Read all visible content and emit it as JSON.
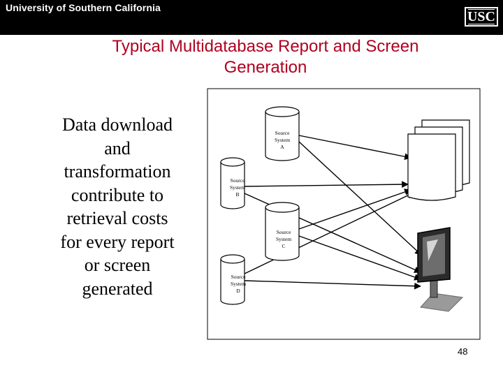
{
  "header": {
    "university": "University of Southern California",
    "logo_text": "USC"
  },
  "slide": {
    "title_line1": "Typical Multidatabase Report and Screen",
    "title_line2": "Generation",
    "body_lines": [
      "Data download",
      "and",
      "transformation",
      "contribute to",
      "retrieval costs",
      "for every report",
      "or screen",
      "generated"
    ],
    "page_number": "48"
  },
  "diagram": {
    "sources": [
      {
        "line1": "Source",
        "line2": "System",
        "line3": "A"
      },
      {
        "line1": "Source",
        "line2": "System",
        "line3": "B"
      },
      {
        "line1": "Source",
        "line2": "System",
        "line3": "C"
      },
      {
        "line1": "Source",
        "line2": "System",
        "line3": "D"
      }
    ],
    "colors": {
      "stroke": "#000000",
      "screen": "#6d6d6d",
      "stand": "#9a9a9a"
    },
    "icons": [
      "database-cylinder-icon",
      "report-documents-icon",
      "monitor-icon"
    ]
  }
}
